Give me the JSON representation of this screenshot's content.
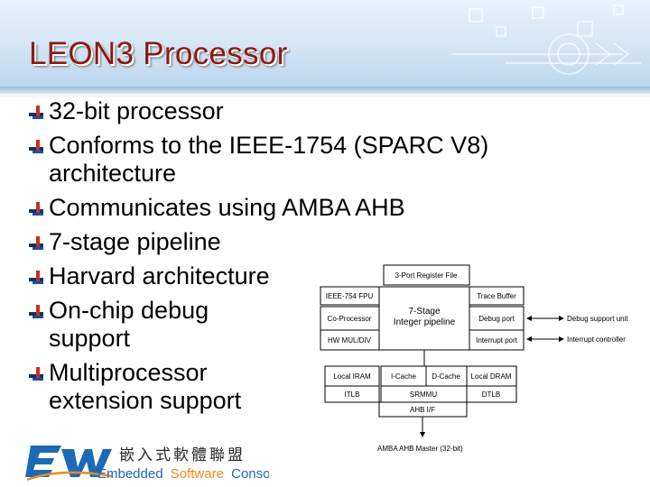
{
  "slide": {
    "title": "LEON3 Processor",
    "bullets": [
      "32-bit processor",
      "Conforms to the IEEE-1754 (SPARC V8) architecture",
      "Communicates using AMBA AHB",
      "7-stage pipeline",
      "Harvard architecture",
      "On-chip debug support",
      "Multiprocessor extension support"
    ]
  },
  "diagram": {
    "register_file": "3-Port Register File",
    "fpu": "IEEE-754 FPU",
    "co_processor": "Co-Processor",
    "hw_mul_div": "HW MUL/DIV",
    "pipeline_line1": "7-Stage",
    "pipeline_line2": "Integer pipeline",
    "trace_buffer": "Trace Buffer",
    "debug_port": "Debug port",
    "interrupt_port": "Interrupt port",
    "debug_support_unit": "Debug support unit",
    "interrupt_controller": "Interrupt controller",
    "local_iram": "Local IRAM",
    "icache": "I-Cache",
    "dcache": "D-Cache",
    "local_dram": "Local DRAM",
    "itlb": "ITLB",
    "srmmu": "SRMMU",
    "dtlb": "DTLB",
    "ahb_if": "AHB I/F",
    "ahb_master": "AMBA AHB Master (32-bit)"
  },
  "logo": {
    "mark": "EW",
    "chinese": "嵌入式軟體聯盟",
    "english_1": "Embedded",
    "english_2": "Software",
    "english_3": "Consortium"
  },
  "colors": {
    "title": "#8b1a12",
    "logo_blue": "#1c69b5",
    "logo_orange": "#f08a1c"
  }
}
